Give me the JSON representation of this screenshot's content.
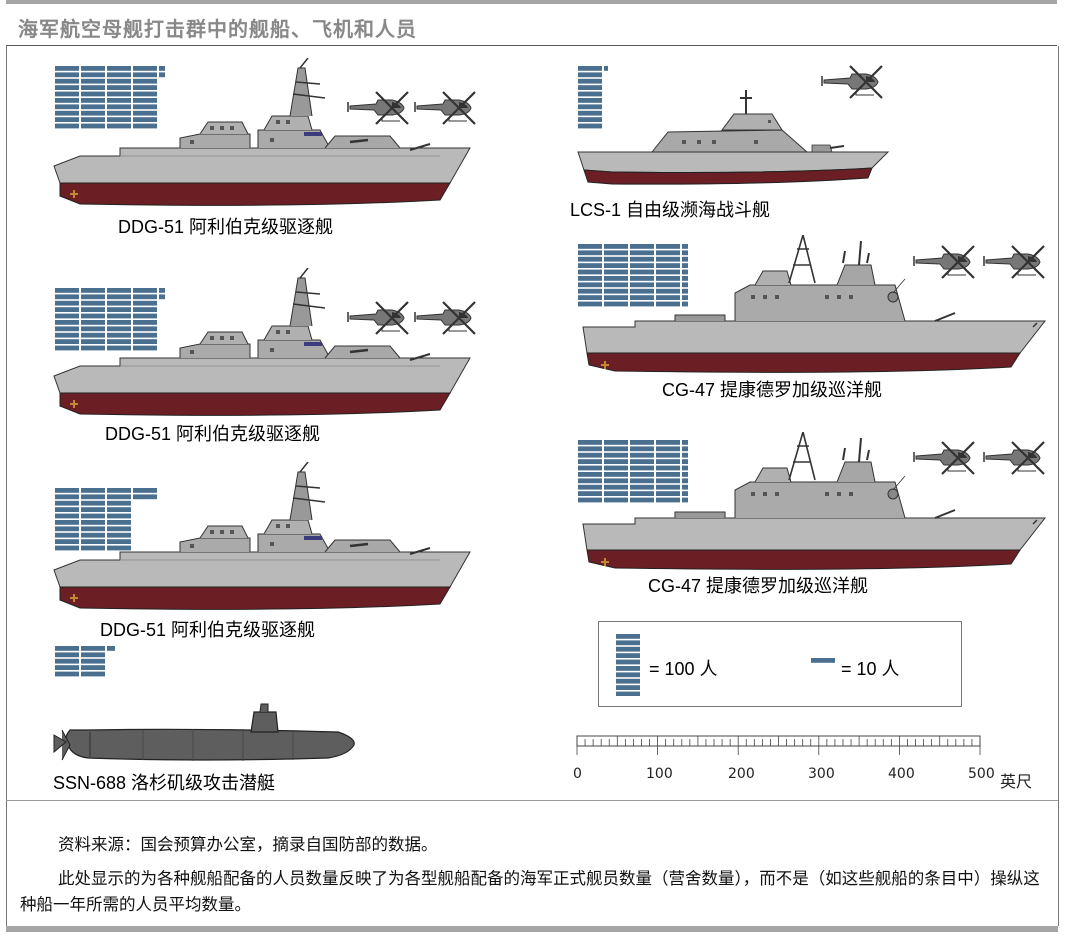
{
  "title": "海军航空母舰打击群中的舰船、飞机和人员",
  "ships": {
    "ddg1": {
      "label": "DDG-51 阿利伯克级驱逐舰"
    },
    "ddg2": {
      "label": "DDG-51 阿利伯克级驱逐舰"
    },
    "ddg3": {
      "label": "DDG-51 阿利伯克级驱逐舰"
    },
    "ssn": {
      "label": "SSN-688 洛杉矶级攻击潜艇"
    },
    "lcs": {
      "label": "LCS-1 自由级濒海战斗舰"
    },
    "cg1": {
      "label": "CG-47 提康德罗加级巡洋舰"
    },
    "cg2": {
      "label": "CG-47 提康德罗加级巡洋舰"
    }
  },
  "legend": {
    "hundred_label": "= 100 人",
    "ten_label": "= 10 人"
  },
  "scale": {
    "ticks": [
      "0",
      "100",
      "200",
      "300",
      "400",
      "500"
    ],
    "unit": "英尺"
  },
  "source": {
    "line1": "资料来源：国会预算办公室，摘录自国防部的数据。",
    "line2": "此处显示的为各种舰船配备的人员数量反映了为各型舰船配备的海军正式舰员数量（营舍数量），而不是（如这些舰船的条目中）操纵这种船一年所需的人员平均数量。"
  },
  "colors": {
    "crew": "#4a6f8f",
    "hull_gray": "#b9b9b9",
    "hull_red": "#6b1f24",
    "sub_gray": "#5e5e5e"
  }
}
